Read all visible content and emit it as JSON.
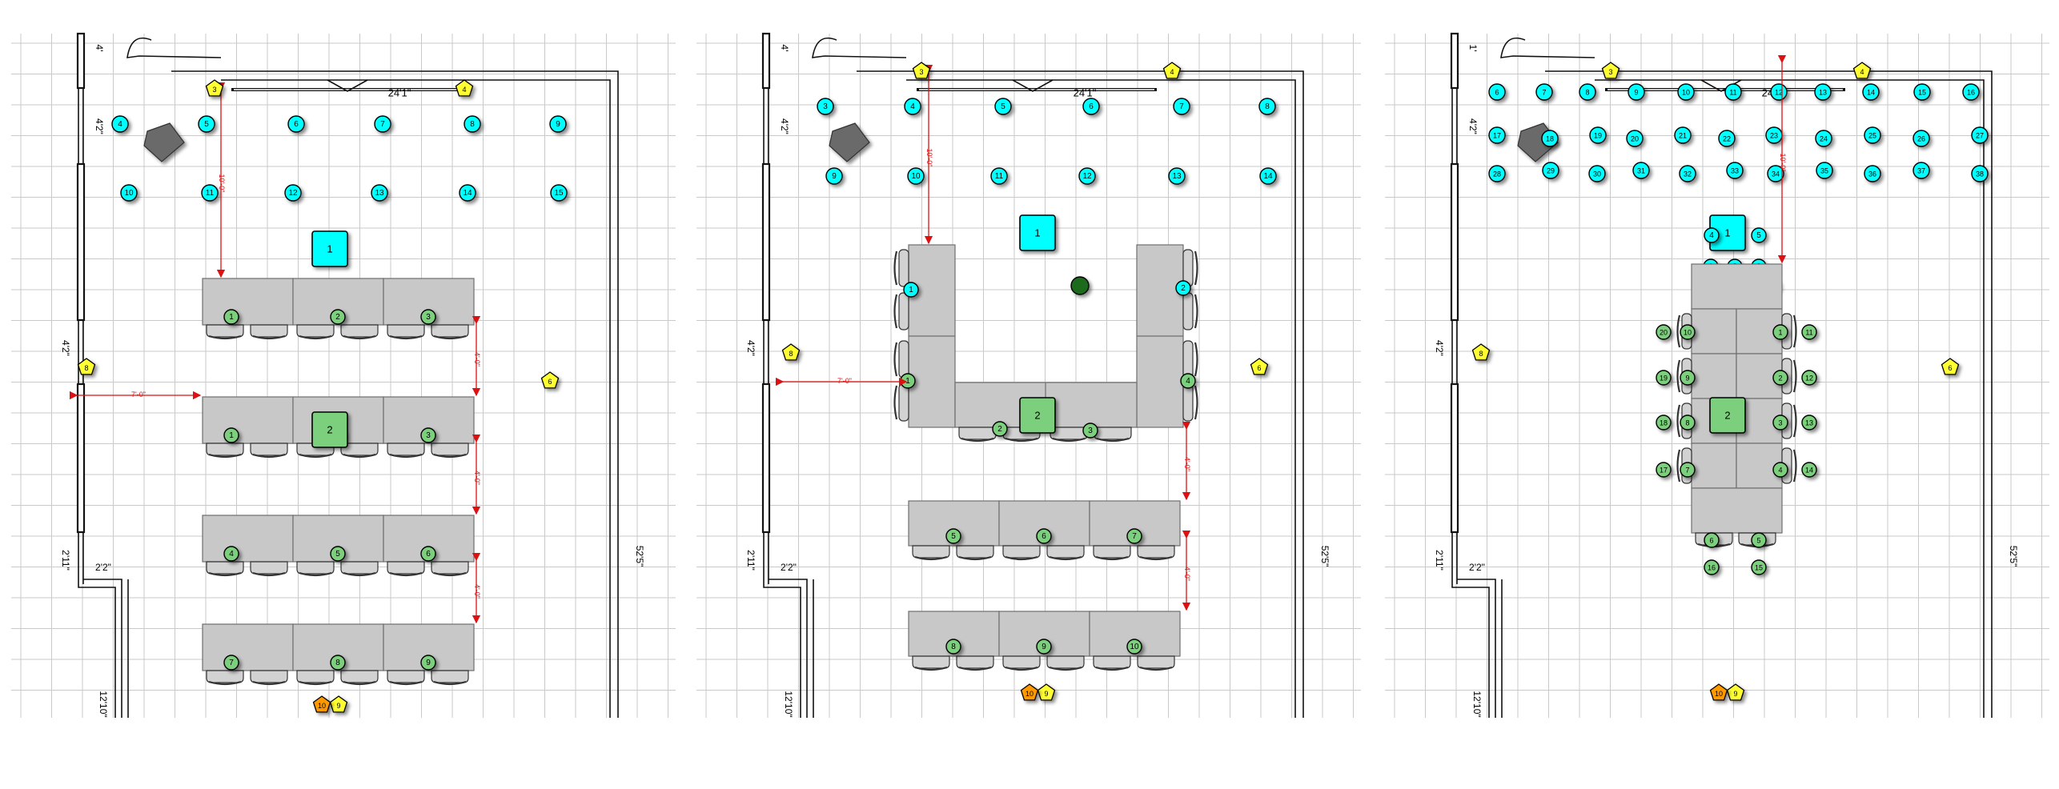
{
  "colors": {
    "grid": "#c9c9c9",
    "wall": "#111111",
    "desk": "#c8c8c8",
    "desk_stroke": "#6e6e6e",
    "chair": "#d2d2d2",
    "cyan": "#00ffff",
    "green": "#7ccf7c",
    "dark_green": "#1a6b1a",
    "yellow": "#ffff33",
    "orange": "#ff9900",
    "dim_red": "#dd1111",
    "printer": "#6a6a6a"
  },
  "panels": [
    {
      "id": "layout-a",
      "dims": {
        "top": "24'1\"",
        "left_top": "4'",
        "left_upper": "4'2\"",
        "left_mid": "4'2\"",
        "left_low": "2'11\"",
        "left_door": "2'2\"",
        "right": "52'5\"",
        "bottom": "12'10\"",
        "arrow_top": "10'-0\"",
        "arrow_side": "7'-0\"",
        "gap1": "4'-0\"",
        "gap2": "4'-0\"",
        "gap3": "4'-0\""
      },
      "cyan_markers": [
        "4",
        "5",
        "6",
        "7",
        "8",
        "9",
        "10",
        "11",
        "12",
        "13",
        "14",
        "15"
      ],
      "main_labels": {
        "instructor": "1",
        "screen": "2"
      },
      "seat_labels": [
        "1",
        "2",
        "3",
        "1",
        "2",
        "3",
        "4",
        "5",
        "6",
        "7",
        "8",
        "9"
      ],
      "yellow_labels": [
        "3",
        "4",
        "8",
        "6",
        "9"
      ],
      "orange_label": "10"
    },
    {
      "id": "layout-b",
      "dims": {
        "top": "24'1\"",
        "left_top": "4'",
        "left_upper": "4'2\"",
        "left_mid": "4'2\"",
        "left_low": "2'11\"",
        "left_door": "2'2\"",
        "right": "52'5\"",
        "bottom": "12'10\"",
        "arrow_top": "10'-0\"",
        "arrow_side": "7'-0\"",
        "gap1": "4'-0\"",
        "gap2": "4'-0\""
      },
      "cyan_markers": [
        "3",
        "4",
        "5",
        "6",
        "7",
        "8",
        "9",
        "10",
        "11",
        "12",
        "13",
        "14"
      ],
      "main_labels": {
        "instructor": "1",
        "screen": "2"
      },
      "seat_labels": [
        "1",
        "1",
        "2",
        "3",
        "2",
        "4",
        "5",
        "6",
        "7",
        "8",
        "9",
        "10"
      ],
      "yellow_labels": [
        "3",
        "4",
        "8",
        "6",
        "9"
      ],
      "orange_label": "10"
    },
    {
      "id": "layout-c",
      "dims": {
        "top": "24'1\"",
        "left_top": "1'",
        "left_upper": "4'2\"",
        "left_mid": "4'2\"",
        "left_low": "2'11\"",
        "left_door": "2'2\"",
        "right": "52'5\"",
        "bottom": "12'10\"",
        "arrow_top": "10'-0\""
      },
      "cyan_markers": [
        "6",
        "7",
        "8",
        "9",
        "10",
        "11",
        "12",
        "13",
        "14",
        "15",
        "16",
        "17",
        "18",
        "19",
        "20",
        "21",
        "22",
        "23",
        "24",
        "25",
        "26",
        "27",
        "28",
        "29",
        "30",
        "31",
        "32",
        "33",
        "34",
        "35",
        "36",
        "37",
        "38"
      ],
      "main_labels": {
        "instructor": "1",
        "screen": "2"
      },
      "top_cyan": [
        "1",
        "2",
        "3",
        "4",
        "5"
      ],
      "seat_labels": [
        "20",
        "10",
        "1",
        "11",
        "19",
        "9",
        "2",
        "12",
        "18",
        "8",
        "3",
        "13",
        "17",
        "7",
        "4",
        "14",
        "6",
        "5",
        "16",
        "15"
      ],
      "yellow_labels": [
        "3",
        "4",
        "8",
        "6",
        "9"
      ],
      "orange_label": "10"
    }
  ]
}
